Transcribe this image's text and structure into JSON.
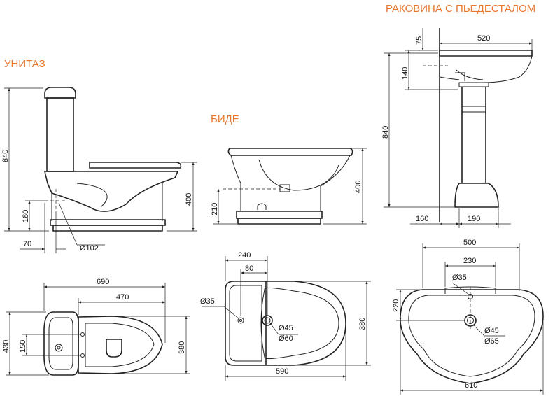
{
  "titles": {
    "toilet": "УНИТАЗ",
    "bidet": "БИДЕ",
    "sink": "РАКОВИНА С ПЬЕДЕСТАЛОМ"
  },
  "colors": {
    "title": "#E8772E",
    "line": "#222222"
  },
  "toilet": {
    "height": "840",
    "seat_height": "400",
    "outlet_height": "180",
    "outlet_offset": "70",
    "outlet_dia": "Ø102",
    "length": "690",
    "bowl_length": "470",
    "width": "430",
    "bowl_width": "380",
    "mount_spacing": "150"
  },
  "bidet": {
    "height": "400",
    "outlet_height": "210",
    "depth_top": "240",
    "tap_offset": "80",
    "tap_dia": "Ø35",
    "drain_dia_inner": "Ø45",
    "drain_dia_outer": "Ø60",
    "width": "380",
    "length": "590"
  },
  "sink": {
    "width_top": "520",
    "rim": "75",
    "basin_depth": "140",
    "height": "840",
    "wall_offset": "160",
    "pedestal_width": "190",
    "width": "500",
    "tap_spacing": "230",
    "tap_dia": "Ø35",
    "tap_depth": "220",
    "drain_dia_inner": "Ø45",
    "drain_dia_outer": "Ø65",
    "width_bottom": "610"
  }
}
